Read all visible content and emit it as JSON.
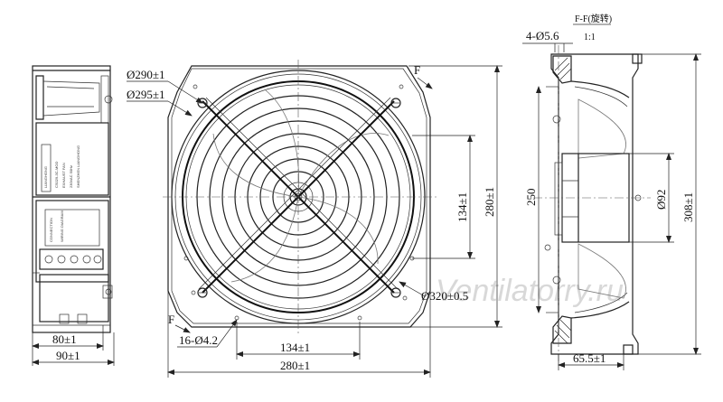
{
  "front_view": {
    "dim_ring_outer": "Ø290±1",
    "dim_ring_mount": "Ø295±1",
    "dim_width": "280±1",
    "dim_hole_span": "134±1",
    "dim_holes": "16-Ø4.2",
    "dim_height": "280±1",
    "dim_hole_span_vertical": "134±1",
    "dim_circle": "Ø320±0.5",
    "section_mark_top": "F",
    "section_mark_bottom": "F"
  },
  "side_view_left": {
    "dim_depth": "80±1",
    "dim_depth_total": "90±1"
  },
  "section_view": {
    "title": "F-F(旋转)",
    "scale": "1:1",
    "dim_hole": "4-Ø5.6",
    "dim_height_inner": "250",
    "dim_motor": "Ø92",
    "dim_height_outer": "308±1",
    "dim_depth": "65.5±1"
  },
  "watermark": "Ventilatorry.ru"
}
